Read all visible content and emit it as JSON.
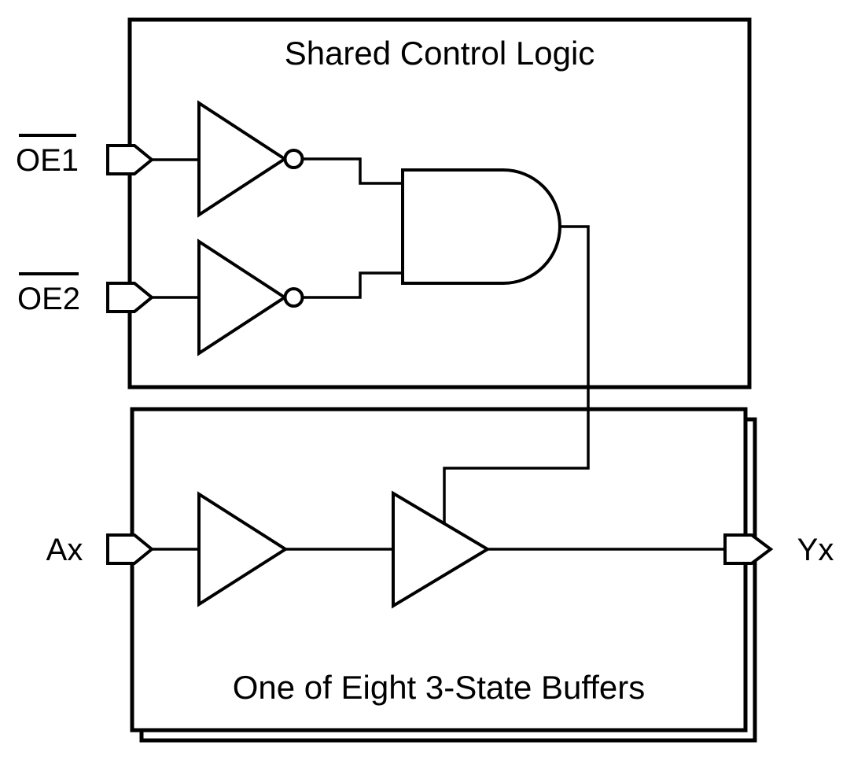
{
  "diagram": {
    "background": "#ffffff",
    "line_color": "#000000",
    "top_block": {
      "title": "Shared Control Logic",
      "inputs": [
        {
          "label": "OE1",
          "active_low": true
        },
        {
          "label": "OE2",
          "active_low": true
        }
      ],
      "gates": [
        {
          "name": "inverter-1",
          "type": "inverter"
        },
        {
          "name": "inverter-2",
          "type": "inverter"
        },
        {
          "name": "and-gate",
          "type": "and"
        }
      ]
    },
    "bottom_block": {
      "title": "One of Eight 3-State Buffers",
      "input": {
        "label": "Ax"
      },
      "output": {
        "label": "Yx"
      },
      "gates": [
        {
          "name": "buffer-1",
          "type": "buffer"
        },
        {
          "name": "buffer-2",
          "type": "buffer-with-output-enable"
        }
      ]
    }
  }
}
